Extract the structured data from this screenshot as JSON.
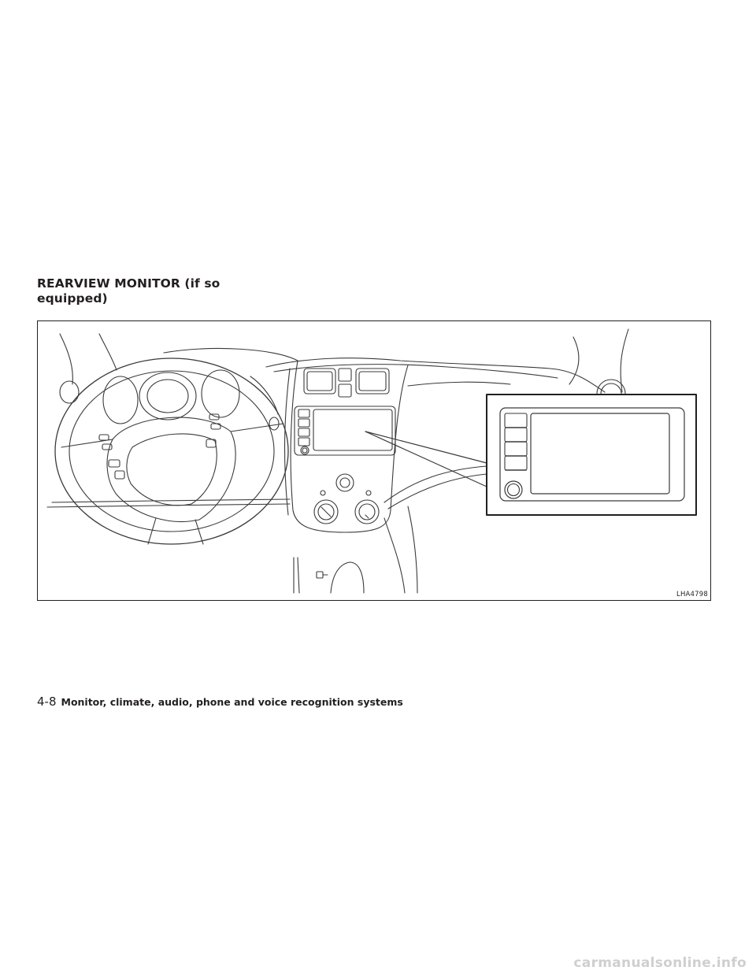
{
  "heading": "REARVIEW MONITOR (if so equipped)",
  "figure": {
    "code": "LHA4798",
    "icons": [
      "steering-wheel-icon",
      "display-screen-icon",
      "knob-icon"
    ]
  },
  "footer": {
    "page_number": "4-8",
    "chapter_title": "Monitor, climate, audio, phone and voice recognition systems"
  },
  "watermark": "carmanualsonline.info"
}
